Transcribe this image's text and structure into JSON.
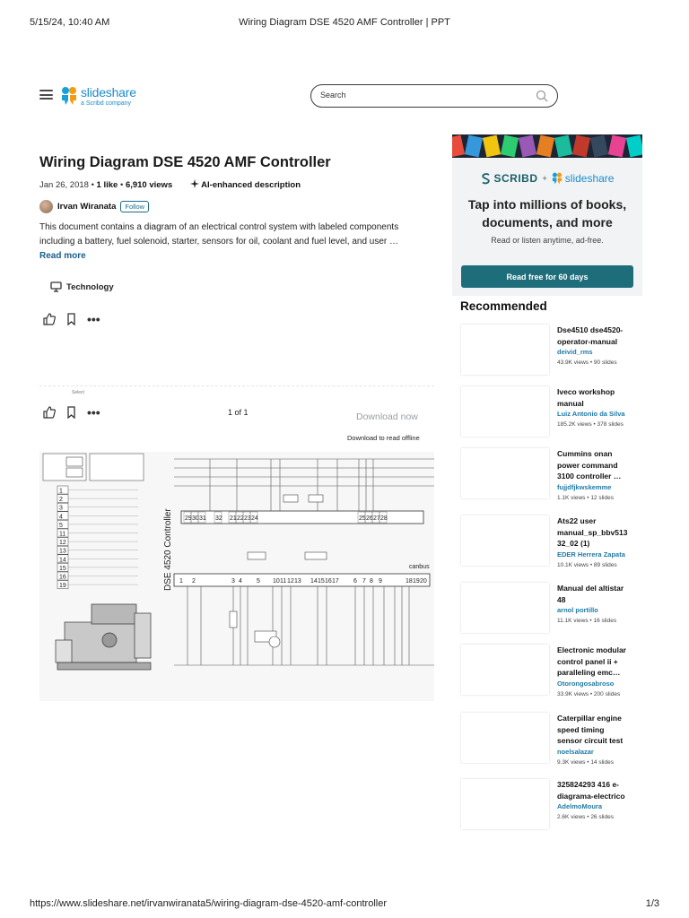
{
  "print": {
    "datetime": "5/15/24, 10:40 AM",
    "title": "Wiring Diagram DSE 4520 AMF Controller | PPT",
    "url": "https://www.slideshare.net/irvanwiranata5/wiring-diagram-dse-4520-amf-controller",
    "page": "1/3"
  },
  "header": {
    "logo_name": "slideshare",
    "logo_sub": "a Scribd company",
    "search_placeholder": "Search"
  },
  "doc": {
    "title": "Wiring Diagram DSE 4520 AMF Controller",
    "date": "Jan 26, 2018",
    "likes": "1 like",
    "views": "6,910 views",
    "ai_label": "AI-enhanced description",
    "author": "Irvan Wiranata",
    "follow_label": "Follow",
    "description_line1": "This document contains a diagram of an electrical control system with labeled components",
    "description_line2": "including a battery, fuel solenoid, starter, sensors for oil, coolant and fuel level, and user …",
    "read_more": "Read more",
    "category": "Technology"
  },
  "viewer": {
    "small_label": "Select",
    "page_count": "1 of 1",
    "download_now": "Download now",
    "download_offline": "Download to read offline"
  },
  "diagram": {
    "controller_label": "DSE 4520 Controller",
    "terminals_top": [
      "29",
      "30",
      "31",
      "32",
      "21",
      "22",
      "23",
      "24",
      "25",
      "26",
      "27",
      "28"
    ],
    "terminals_bottom": [
      "1",
      "2",
      "3",
      "4",
      "5",
      "10",
      "11",
      "12",
      "13",
      "14",
      "15",
      "16",
      "17",
      "6",
      "7",
      "8",
      "9",
      "18",
      "19",
      "20"
    ],
    "legend_nums": [
      "1",
      "2",
      "3",
      "4",
      "5",
      "11",
      "12",
      "13",
      "14",
      "15",
      "16",
      "19"
    ],
    "canbus_label": "canbus"
  },
  "promo": {
    "brand1": "SCRIBD",
    "plus": "+",
    "brand2": "slideshare",
    "headline_line1": "Tap into millions of books,",
    "headline_line2": "documents, and more",
    "sub": "Read or listen anytime, ad-free.",
    "cta": "Read free for 60 days"
  },
  "recommended": {
    "title": "Recommended",
    "items": [
      {
        "name_l1": "Dse4510 dse4520-",
        "name_l2": "operator-manual",
        "name_l3": "",
        "author": "deivid_rms",
        "stats": "43.9K views  •  90 slides"
      },
      {
        "name_l1": "Iveco workshop",
        "name_l2": "manual",
        "name_l3": "",
        "author": "Luiz Antonio da Silva",
        "stats": "185.2K views  •  378 slides"
      },
      {
        "name_l1": "Cummins onan",
        "name_l2": "power command",
        "name_l3": "3100 controller …",
        "author": "fujjdfjkwskemme",
        "stats": "1.1K views  •  12 slides"
      },
      {
        "name_l1": "Ats22 user",
        "name_l2": "manual_sp_bbv513",
        "name_l3": "32_02 (1)",
        "author": "EDER Herrera Zapata",
        "stats": "10.1K views  •  89 slides"
      },
      {
        "name_l1": "Manual del altistar",
        "name_l2": "48",
        "name_l3": "",
        "author": "arnol portillo",
        "stats": "11.1K views  •  16 slides"
      },
      {
        "name_l1": "Electronic modular",
        "name_l2": "control panel ii +",
        "name_l3": "paralleling   emc…",
        "author": "Otorongosabroso",
        "stats": "33.9K views  •  200 slides"
      },
      {
        "name_l1": "Caterpillar engine",
        "name_l2": "speed timing",
        "name_l3": "sensor circuit test",
        "author": "noelsalazar",
        "stats": "9.3K views  •  14 slides"
      },
      {
        "name_l1": "325824293 416 e-",
        "name_l2": "diagrama-electrico",
        "name_l3": "",
        "author": "AdelmoMoura",
        "stats": "2.6K views  •  26 slides"
      }
    ]
  },
  "colors": {
    "brand_blue": "#1f8bc9",
    "cta_teal": "#1e6d7a",
    "link_blue": "#1a5f8a"
  }
}
